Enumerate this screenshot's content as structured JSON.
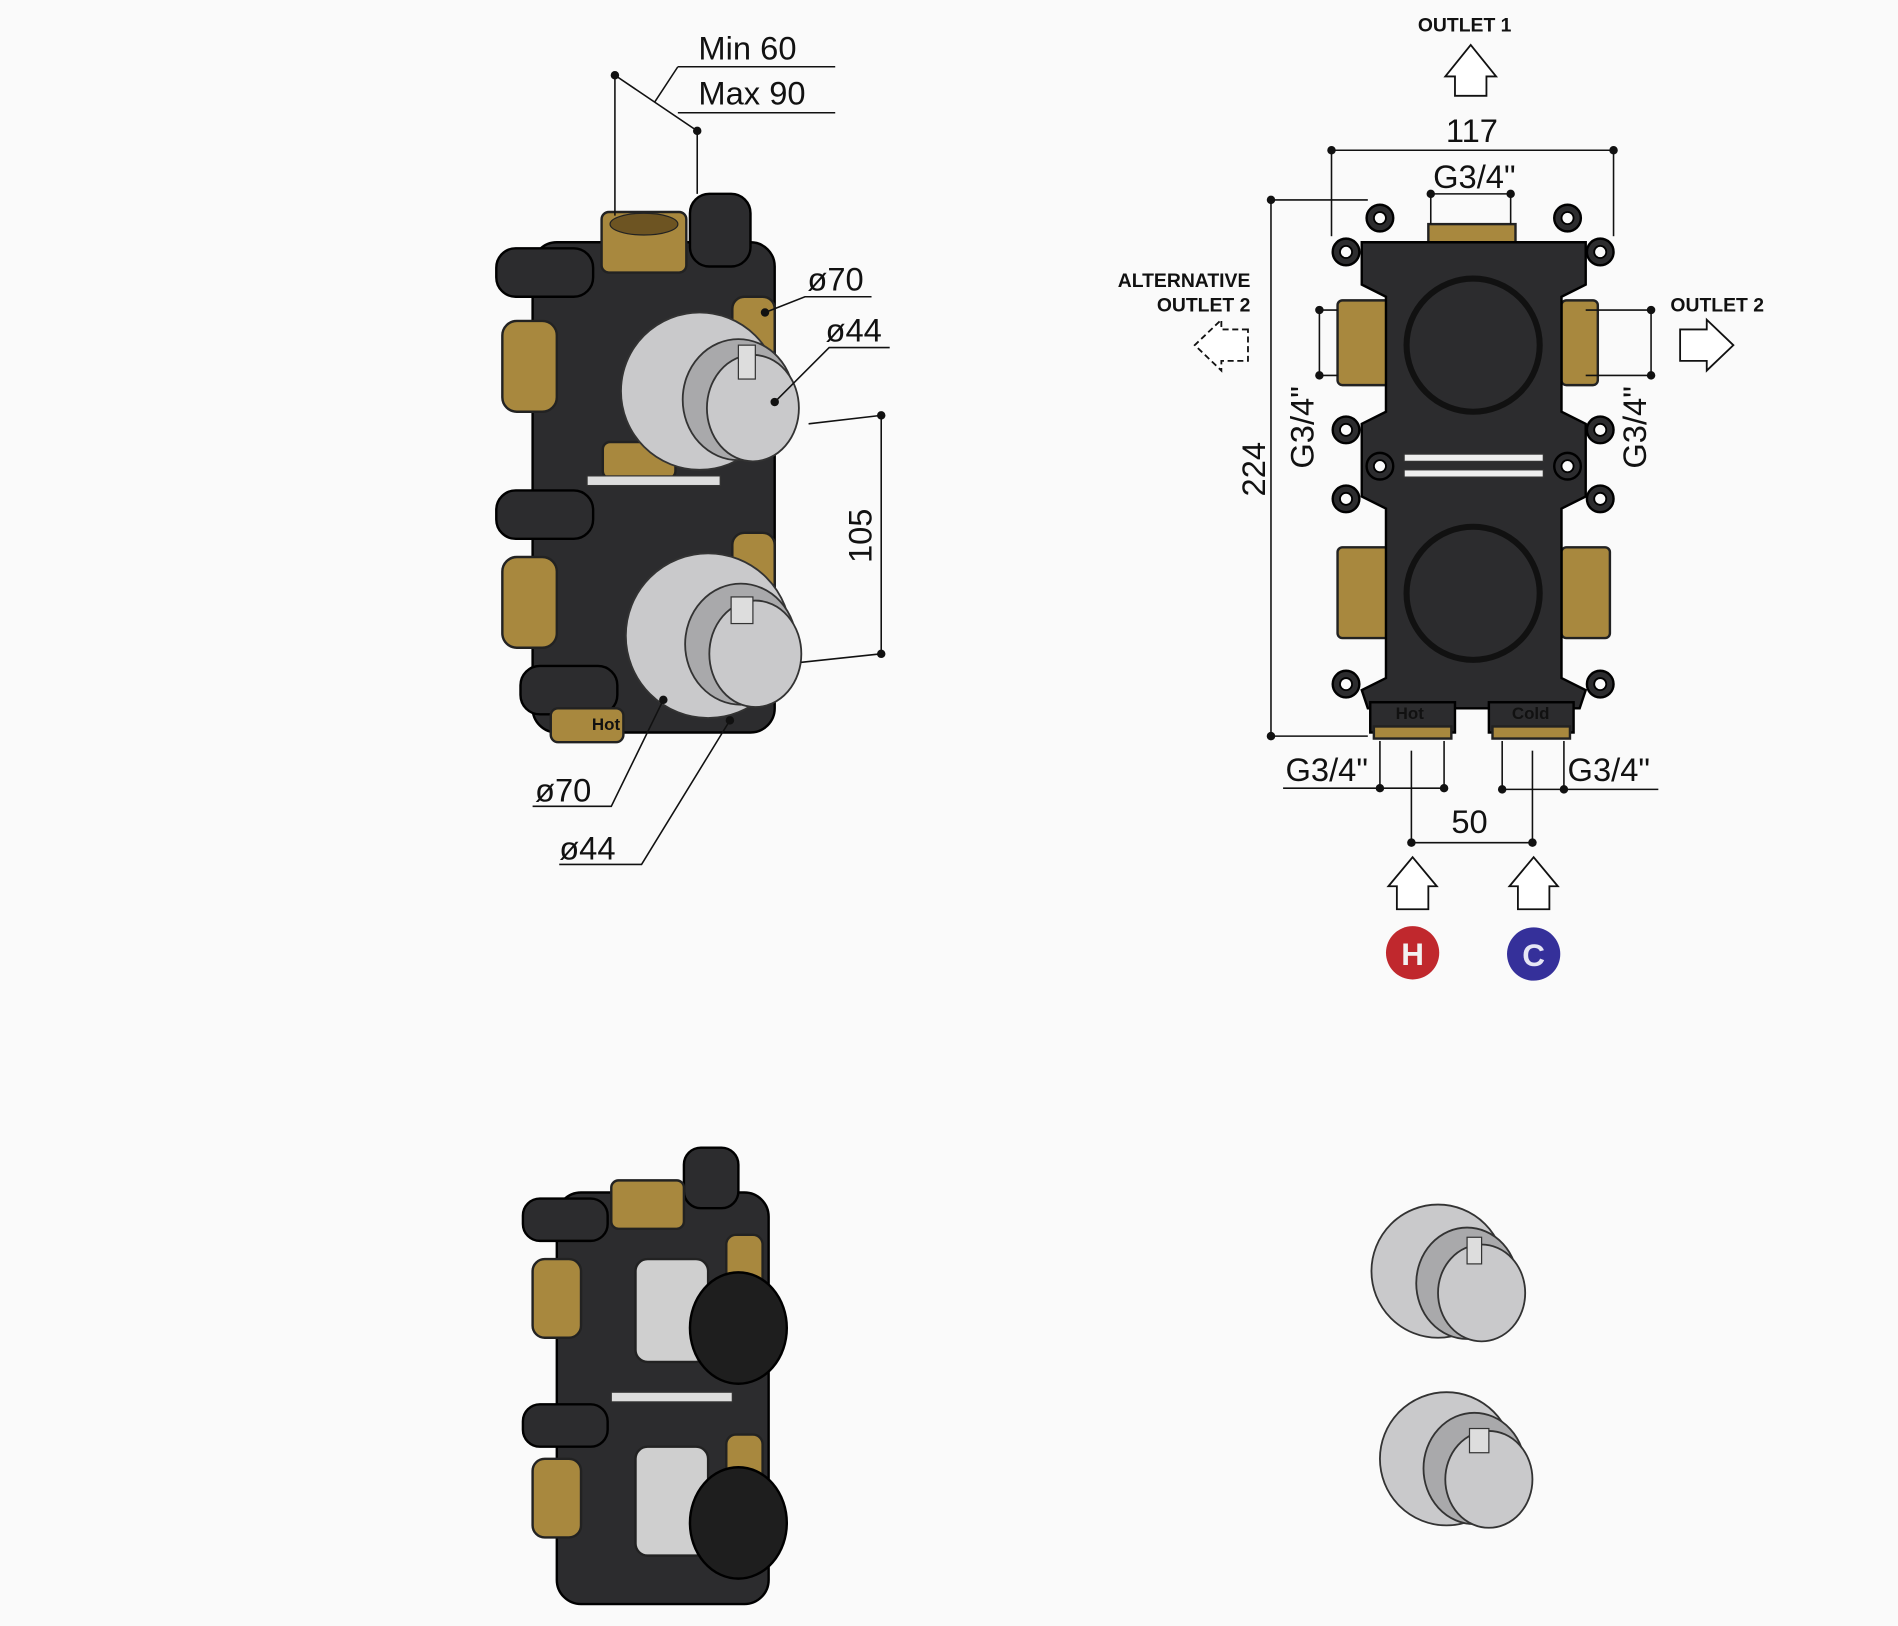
{
  "front_view": {
    "depth_min": "Min 60",
    "depth_max": "Max 90",
    "upper_plate_diameter": "ø70",
    "upper_handle_diameter": "ø44",
    "handle_spacing": "105",
    "lower_plate_diameter": "ø70",
    "lower_handle_diameter": "ø44",
    "hot_marking": "Hot"
  },
  "rear_view": {
    "outlet_1": "OUTLET 1",
    "outlet_2": "OUTLET 2",
    "alt_outlet_line1": "ALTERNATIVE",
    "alt_outlet_line2": "OUTLET 2",
    "width": "117",
    "height": "224",
    "top_thread": "G3/4\"",
    "left_thread": "G3/4\"",
    "right_thread": "G3/4\"",
    "hot_thread": "G3/4\"",
    "cold_thread": "G3/4\"",
    "inlet_spacing": "50",
    "hot_label": "Hot",
    "cold_label": "Cold",
    "hot_badge": "H",
    "cold_badge": "C"
  },
  "colors": {
    "hot": "#c0282d",
    "cold": "#35309a",
    "brass": "#a8883e",
    "body": "#2c2c2e",
    "chrome": "#c9c9cb"
  }
}
